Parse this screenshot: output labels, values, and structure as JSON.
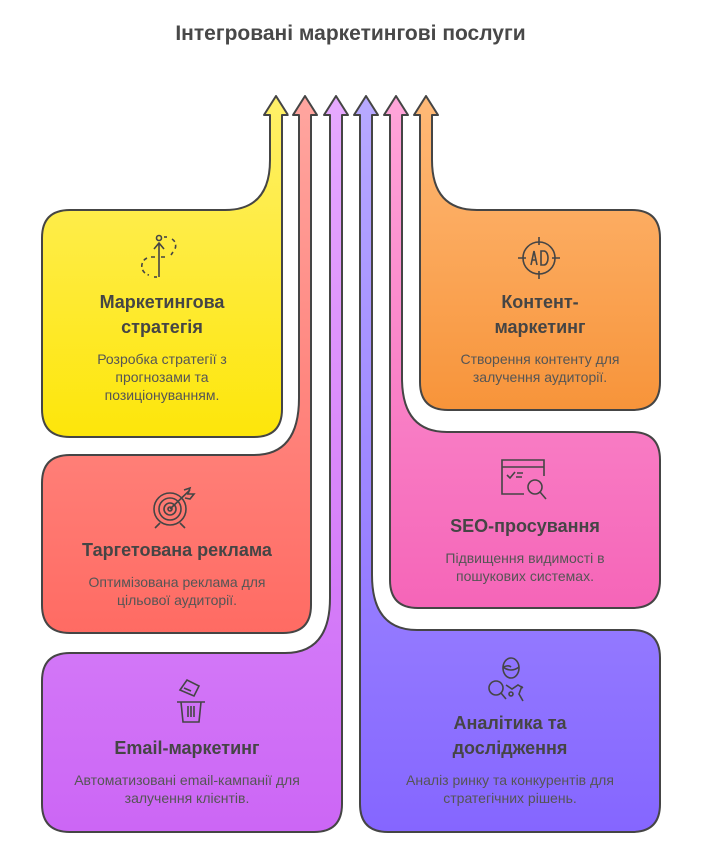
{
  "title": "Інтегровані маркетингові послуги",
  "colors": {
    "outline": "#454545"
  },
  "items": [
    {
      "title": "Маркетингова стратегія",
      "description": "Розробка стратегії з прогнозами та позиціонуванням.",
      "icon": "strategy-arrow-icon",
      "color": "#FDE60A"
    },
    {
      "title": "Таргетована реклама",
      "description": "Оптимізована реклама для цільової аудиторії.",
      "icon": "target-icon",
      "color": "#FF6B63"
    },
    {
      "title": "Email-маркетинг",
      "description": "Автоматизовані email-кампанії для залучення клієнтів.",
      "icon": "email-trash-icon",
      "color": "#CC66F5"
    },
    {
      "title": "Контент-маркетинг",
      "description": "Створення контенту для залучення аудиторії.",
      "icon": "ad-target-icon",
      "color": "#F7943A"
    },
    {
      "title": "SEO-просування",
      "description": "Підвищення видимості в пошукових системах.",
      "icon": "seo-search-icon",
      "color": "#F565B8"
    },
    {
      "title": "Аналітика та дослідження",
      "description": "Аналіз ринку та конкурентів для стратегічних рішень.",
      "icon": "analytics-person-icon",
      "color": "#8566FF"
    }
  ]
}
